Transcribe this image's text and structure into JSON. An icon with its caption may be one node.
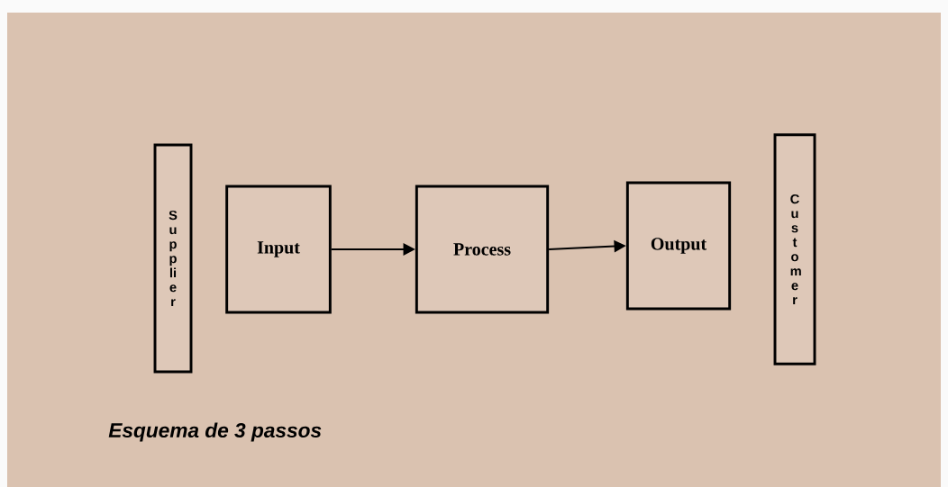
{
  "diagram": {
    "caption": "Esquema de 3 passos",
    "nodes": [
      {
        "text": [
          "Supplier"
        ]
      },
      {
        "text": [
          "Input"
        ]
      },
      {
        "text": [
          "Process"
        ]
      },
      {
        "text": [
          "Output"
        ]
      },
      {
        "text": [
          "Customer"
        ]
      }
    ],
    "edges": [
      {
        "from": 1,
        "to": 2,
        "arrow": "to"
      },
      {
        "from": 2,
        "to": 3,
        "arrow": "to"
      }
    ]
  }
}
